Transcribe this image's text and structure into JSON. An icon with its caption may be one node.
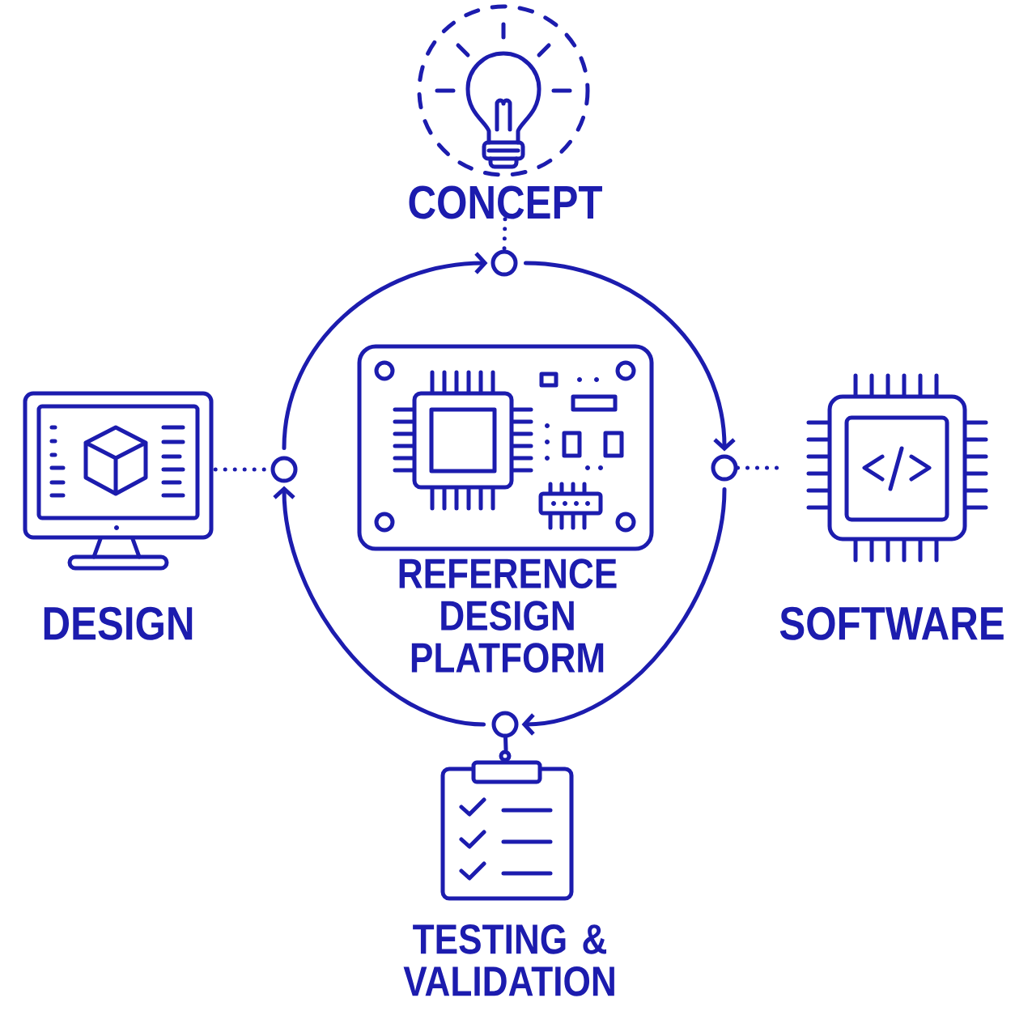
{
  "diagram": {
    "nodes": [
      {
        "text": [
          "CONCEPT"
        ]
      },
      {
        "text": [],
        "shape": "circle"
      },
      {
        "text": [
          "DESIGN"
        ]
      },
      {
        "text": [],
        "shape": "circle"
      },
      {
        "text": [
          "REFERENCE DESIGN PLATFORM"
        ]
      },
      {
        "text": [],
        "shape": "circle"
      },
      {
        "text": [
          "SOFTWARE"
        ]
      },
      {
        "text": [],
        "shape": "circle"
      },
      {
        "text": [
          "TESTING & VALIDATION"
        ]
      }
    ],
    "edges": [
      {
        "from": 0,
        "to": 1,
        "arrow": "none",
        "style": "dashed"
      },
      {
        "from": 2,
        "to": 3,
        "arrow": "none",
        "style": "dashed"
      },
      {
        "from": 5,
        "to": 6,
        "arrow": "none",
        "style": "dashed"
      },
      {
        "from": 3,
        "to": 1,
        "arrow": "to"
      },
      {
        "from": 1,
        "to": 5,
        "arrow": "to"
      },
      {
        "from": 5,
        "to": 7,
        "arrow": "to"
      },
      {
        "from": 7,
        "to": 3,
        "arrow": "to"
      },
      {
        "from": 7,
        "to": 8,
        "arrow": "none"
      }
    ]
  }
}
